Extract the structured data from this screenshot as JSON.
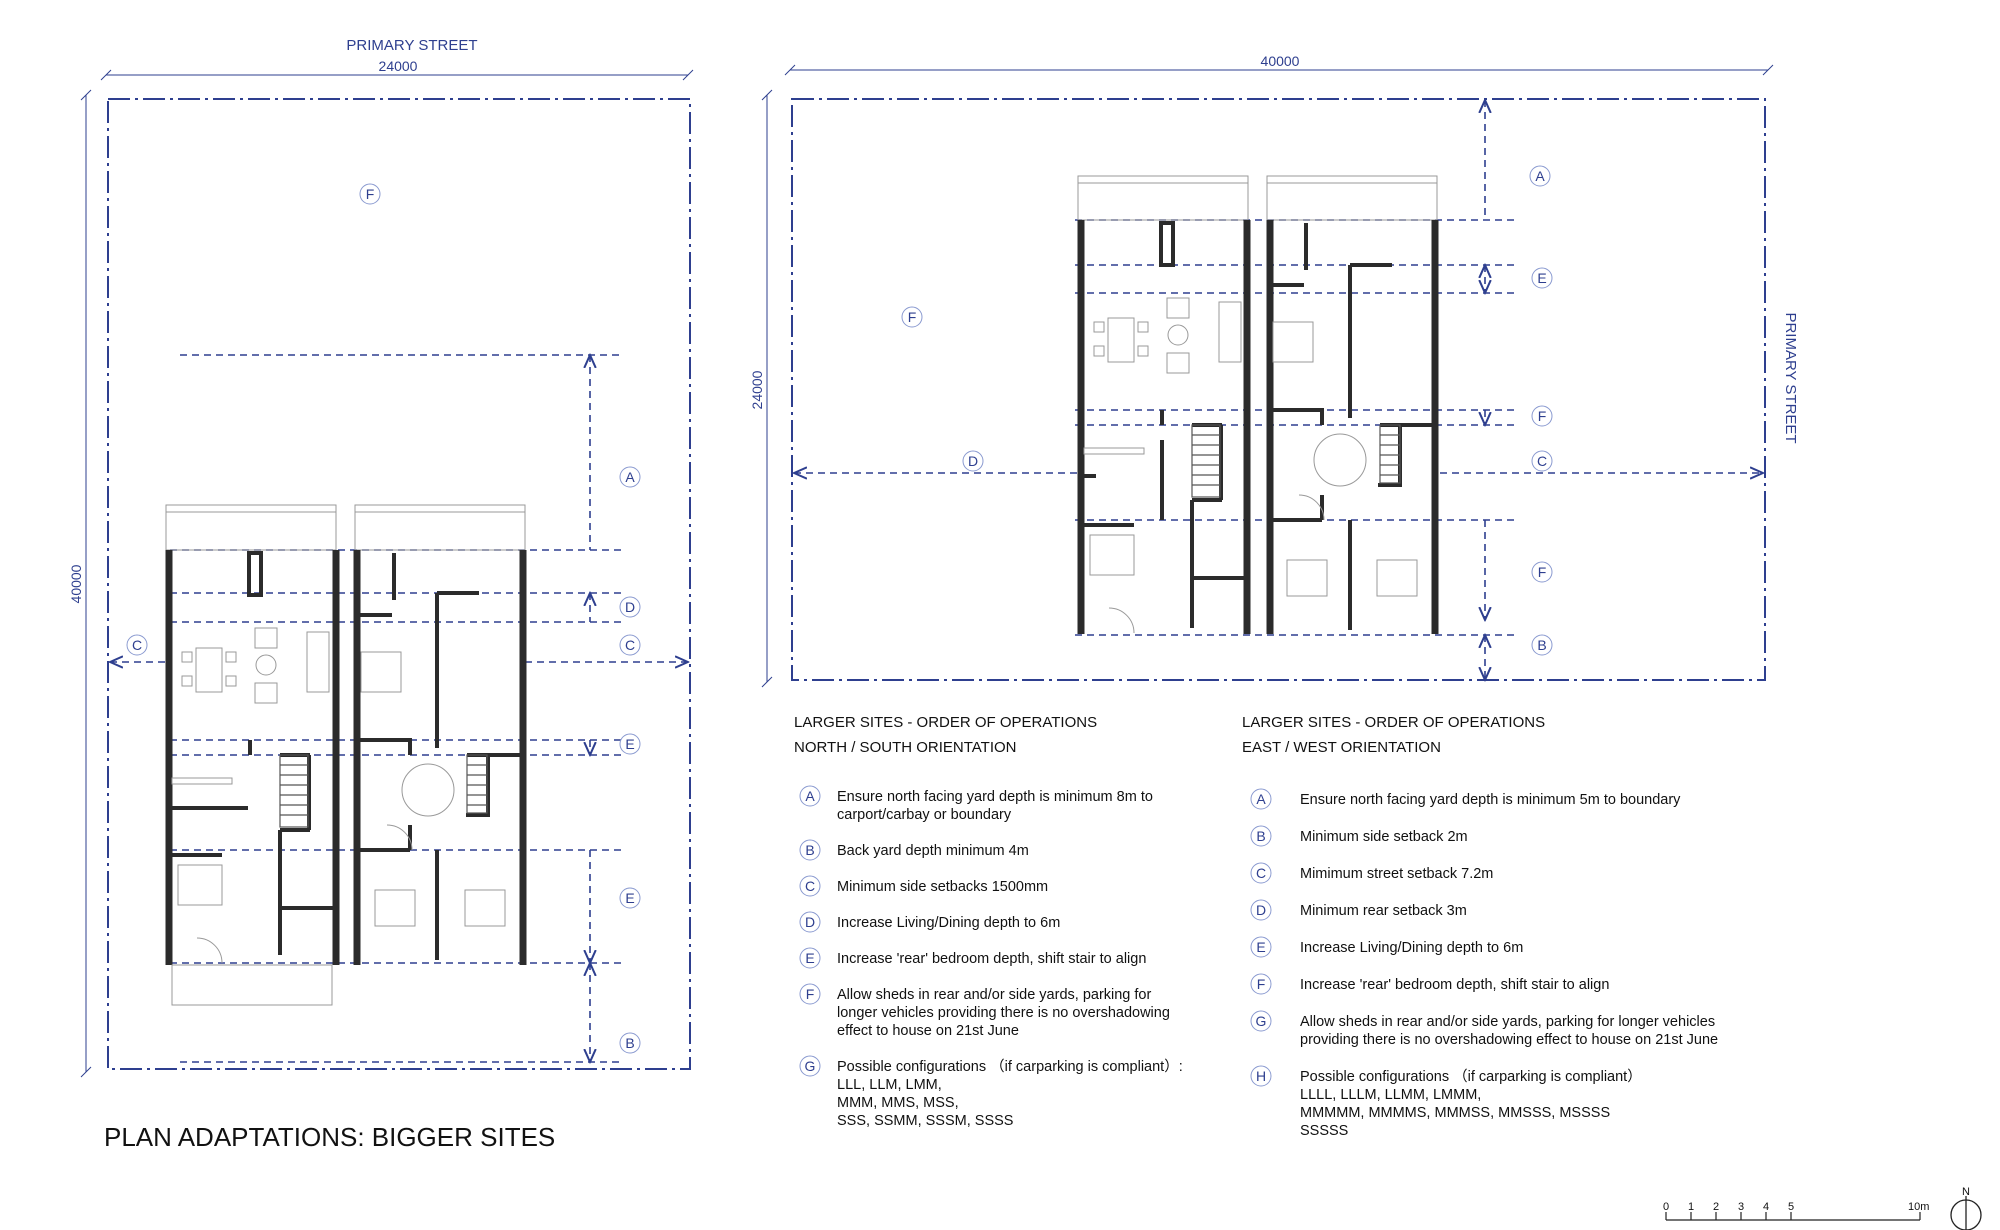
{
  "title": "PLAN ADAPTATIONS: BIGGER SITES",
  "colors": {
    "dimension_blue": "#2e3f8f",
    "wall": "#2b2b2b",
    "text": "#111111"
  },
  "plan_left": {
    "street_label": "PRIMARY STREET",
    "width_dim": "24000",
    "depth_dim": "40000",
    "markers": {
      "F": "F",
      "A": "A",
      "D": "D",
      "C_left": "C",
      "C_right": "C",
      "E1": "E",
      "E2": "E",
      "B": "B"
    }
  },
  "plan_right": {
    "width_dim": "40000",
    "depth_dim": "24000",
    "street_label": "PRIMARY STREET",
    "markers": {
      "A": "A",
      "E": "E",
      "F_site": "F",
      "F_top": "F",
      "D": "D",
      "C": "C",
      "F_bottom": "F",
      "B": "B"
    }
  },
  "ns": {
    "heading1": "LARGER SITES - ORDER OF OPERATIONS",
    "heading2": "NORTH / SOUTH ORIENTATION",
    "items": [
      {
        "letter": "A",
        "lines": [
          "Ensure north facing yard depth is minimum 8m to",
          "carport/carbay or boundary"
        ]
      },
      {
        "letter": "B",
        "lines": [
          "Back yard depth minimum 4m"
        ]
      },
      {
        "letter": "C",
        "lines": [
          "Minimum side setbacks 1500mm"
        ]
      },
      {
        "letter": "D",
        "lines": [
          "Increase Living/Dining depth to 6m"
        ]
      },
      {
        "letter": "E",
        "lines": [
          "Increase 'rear' bedroom depth, shift stair to align"
        ]
      },
      {
        "letter": "F",
        "lines": [
          "Allow sheds in rear and/or side yards, parking for",
          "longer vehicles providing there is no overshadowing",
          "effect to house on 21st June"
        ]
      },
      {
        "letter": "G",
        "lines": [
          "Possible configurations （if carparking is compliant）:",
          "LLL, LLM, LMM,",
          "MMM, MMS, MSS,",
          "SSS, SSMM, SSSM, SSSS"
        ]
      }
    ]
  },
  "ew": {
    "heading1": "LARGER SITES - ORDER OF OPERATIONS",
    "heading2": "EAST / WEST ORIENTATION",
    "items": [
      {
        "letter": "A",
        "lines": [
          "Ensure north facing yard depth is minimum 5m to boundary"
        ]
      },
      {
        "letter": "B",
        "lines": [
          "Minimum side setback 2m"
        ]
      },
      {
        "letter": "C",
        "lines": [
          "Mimimum street setback 7.2m"
        ]
      },
      {
        "letter": "D",
        "lines": [
          "Minimum rear setback 3m"
        ]
      },
      {
        "letter": "E",
        "lines": [
          "Increase Living/Dining depth to 6m"
        ]
      },
      {
        "letter": "F",
        "lines": [
          "Increase 'rear' bedroom depth, shift stair to align"
        ]
      },
      {
        "letter": "G",
        "lines": [
          "Allow sheds in rear and/or side yards, parking for longer vehicles",
          "providing there is no overshadowing effect to house on 21st June"
        ]
      },
      {
        "letter": "H",
        "lines": [
          "Possible configurations （if carparking is compliant）",
          "LLLL, LLLM, LLMM, LMMM,",
          "MMMMM, MMMMS, MMMSS, MMSSS, MSSSS",
          "SSSSS"
        ]
      }
    ]
  },
  "scale": {
    "ticks": [
      "0",
      "1",
      "2",
      "3",
      "4",
      "5"
    ],
    "end_label": "10m"
  },
  "north": "N"
}
